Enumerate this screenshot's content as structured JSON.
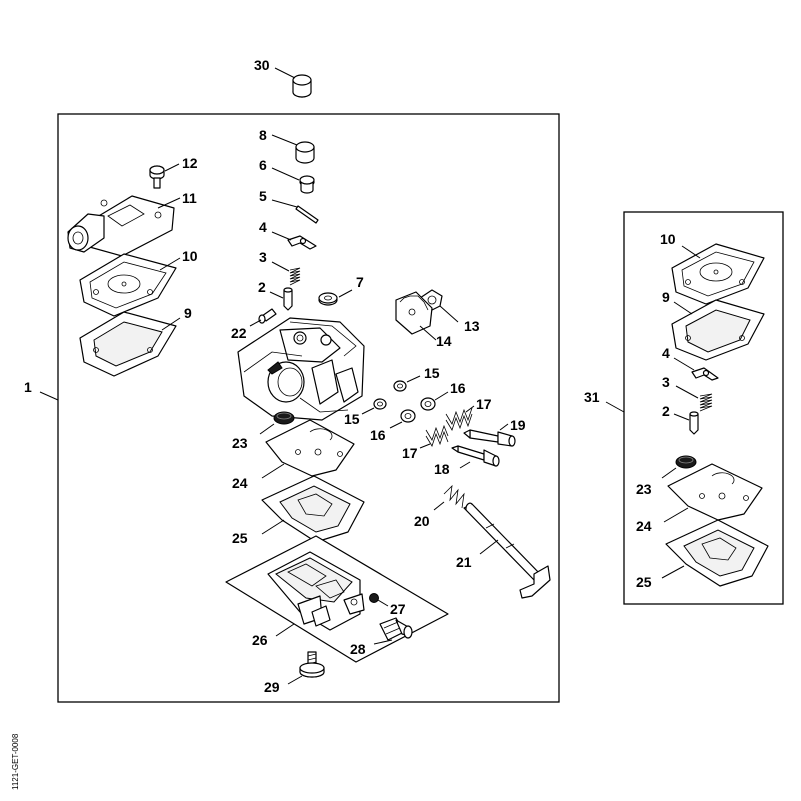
{
  "doc_code": "1121-GET-0008",
  "callouts": {
    "c30": "30",
    "c8": "8",
    "c6": "6",
    "c5": "5",
    "c4": "4",
    "c3": "3",
    "c2": "2",
    "c7": "7",
    "c22": "22",
    "c12": "12",
    "c11": "11",
    "c10": "10",
    "c9": "9",
    "c1": "1",
    "c13": "13",
    "c14": "14",
    "c15a": "15",
    "c15b": "15",
    "c16a": "16",
    "c16b": "16",
    "c17a": "17",
    "c17b": "17",
    "c19": "19",
    "c18": "18",
    "c23": "23",
    "c24": "24",
    "c20": "20",
    "c25": "25",
    "c21": "21",
    "c27": "27",
    "c26": "26",
    "c28": "28",
    "c29": "29",
    "k31": "31",
    "k10": "10",
    "k9": "9",
    "k4": "4",
    "k3": "3",
    "k2": "2",
    "k23": "23",
    "k24": "24",
    "k25": "25"
  }
}
